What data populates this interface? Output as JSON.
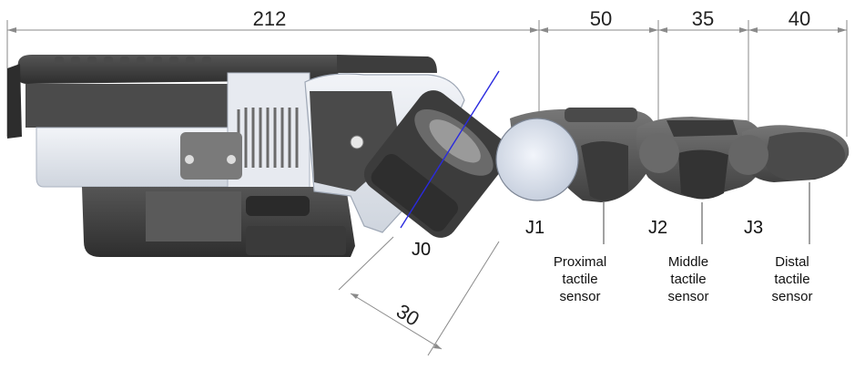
{
  "dimensions": {
    "overall": "212",
    "proximal": "50",
    "middle": "35",
    "distal": "40",
    "j0_offset": "30"
  },
  "joints": {
    "j0": "J0",
    "j1": "J1",
    "j2": "J2",
    "j3": "J3"
  },
  "sensors": {
    "proximal": [
      "Proximal",
      "tactile",
      "sensor"
    ],
    "middle": [
      "Middle",
      "tactile",
      "sensor"
    ],
    "distal": [
      "Distal",
      "tactile",
      "sensor"
    ]
  },
  "colors": {
    "dim_line": "#8a8a8a",
    "j0_axis": "#2a2adf",
    "body_dark": "#3b3b3b",
    "body_light": "#dfe3ea",
    "finger": "#5a5a5a"
  }
}
